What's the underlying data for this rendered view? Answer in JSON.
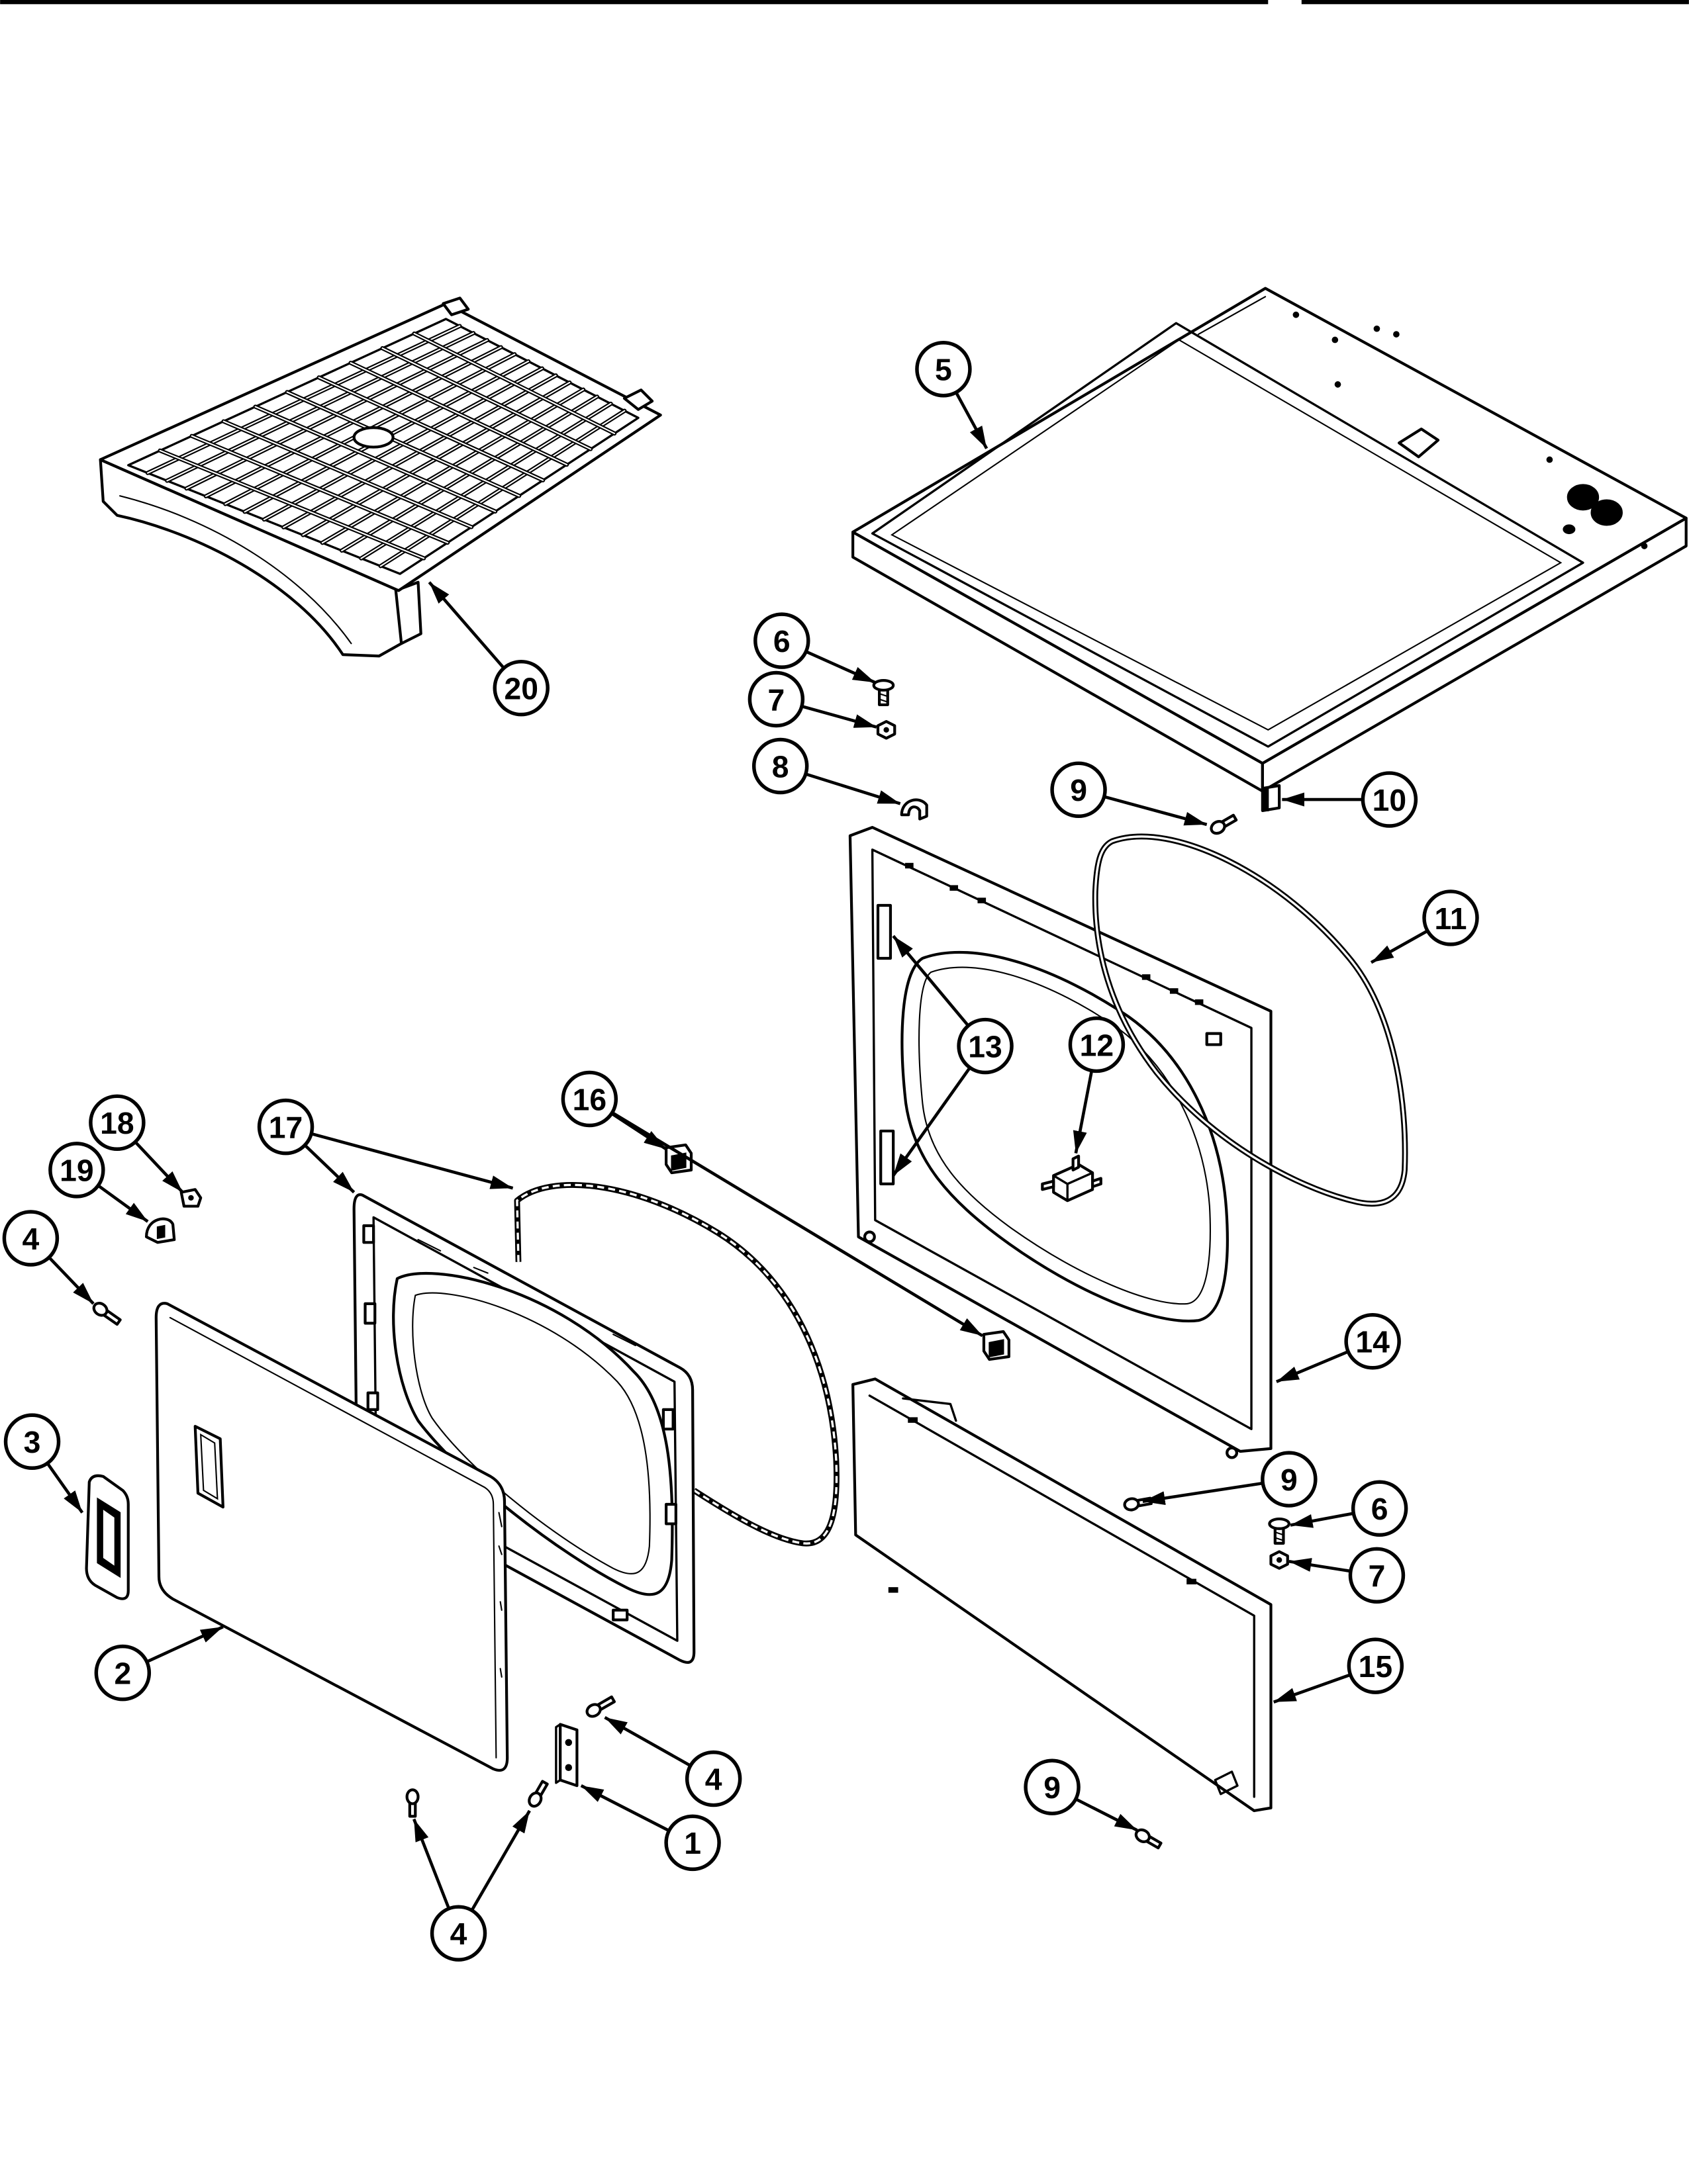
{
  "diagram": {
    "ink_color": "#000000",
    "paper_color": "#ffffff"
  },
  "callouts": [
    {
      "label": "5"
    },
    {
      "label": "20"
    },
    {
      "label": "6"
    },
    {
      "label": "7"
    },
    {
      "label": "8"
    },
    {
      "label": "9"
    },
    {
      "label": "10"
    },
    {
      "label": "11"
    },
    {
      "label": "13"
    },
    {
      "label": "12"
    },
    {
      "label": "16"
    },
    {
      "label": "17"
    },
    {
      "label": "18"
    },
    {
      "label": "19"
    },
    {
      "label": "4"
    },
    {
      "label": "14"
    },
    {
      "label": "3"
    },
    {
      "label": "9"
    },
    {
      "label": "6"
    },
    {
      "label": "7"
    },
    {
      "label": "15"
    },
    {
      "label": "2"
    },
    {
      "label": "4"
    },
    {
      "label": "1"
    },
    {
      "label": "9"
    },
    {
      "label": "4"
    }
  ]
}
